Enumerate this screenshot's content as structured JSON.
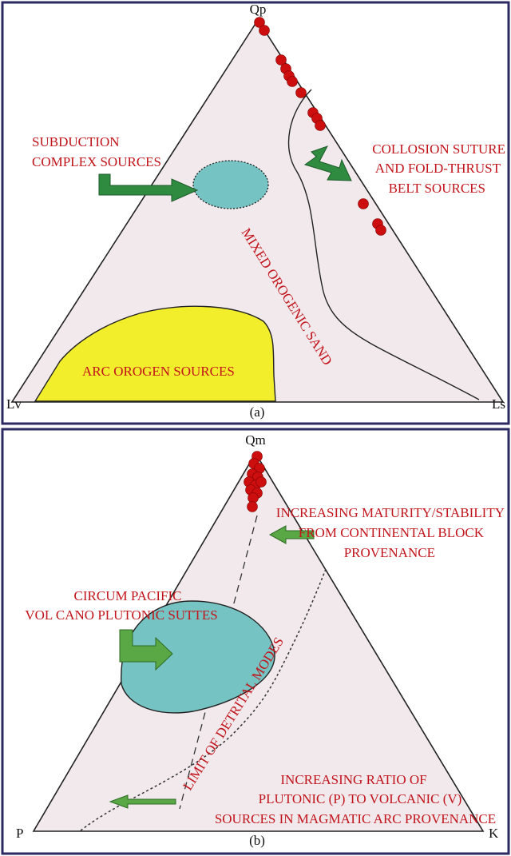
{
  "panel_a": {
    "caption": "(a)",
    "vertices": {
      "top": "Qp",
      "left": "Lv",
      "right": "Ls"
    },
    "labels": {
      "subduction_1": "SUBDUCTION",
      "subduction_2": "COMPLEX SOURCES",
      "collision_1": "COLLOSION SUTURE",
      "collision_2": "AND FOLD-THRUST",
      "collision_3": "BELT SOURCES",
      "mixed": "MIXED OROGENIC SAND",
      "arc": "ARC OROGEN SOURCES"
    },
    "colors": {
      "background": "#f1e9ec",
      "arc_field": "#f2ee2c",
      "subduction_field": "#76c3c3",
      "points": "#cc0e0e",
      "arrow": "#2e8b3f"
    }
  },
  "panel_b": {
    "caption": "(b)",
    "vertices": {
      "top": "Qm",
      "left": "P",
      "right": "K"
    },
    "labels": {
      "maturity_1": "INCREASING MATURITY/STABILITY",
      "maturity_2": "FROM CONTINENTAL BLOCK",
      "maturity_3": "PROVENANCE",
      "circum_1": "CIRCUM PACIFIC",
      "circum_2": "VOL CANO PLUTONIC SUTTES",
      "limit": "LIMIT   OF   DETRITAL   MODES",
      "ratio_1": "INCREASING RATIO OF",
      "ratio_2": "PLUTONIC (P) TO VOLCANIC (V)",
      "ratio_3": "SOURCES IN MAGMATIC ARC PROVENANCE"
    },
    "colors": {
      "background": "#f1e9ec",
      "circum_field": "#76c3c3",
      "points": "#cc0e0e",
      "arrow": "#5aa845"
    }
  }
}
